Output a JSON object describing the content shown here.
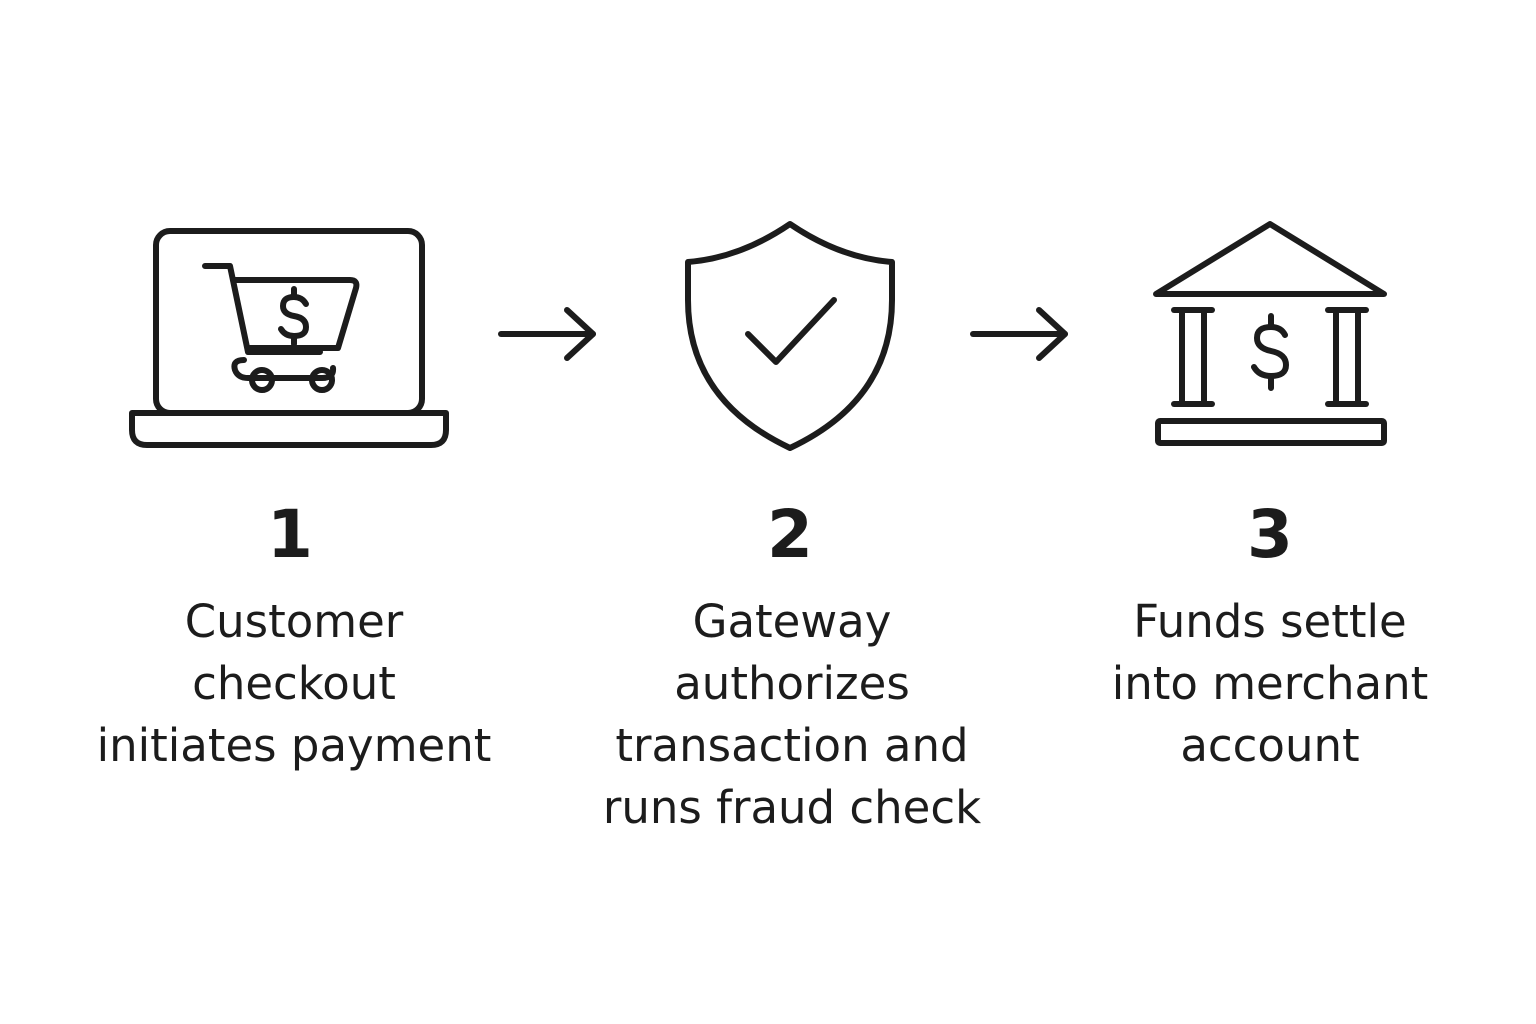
{
  "colors": {
    "background": "#ffffff",
    "ink": "#1c1c1c"
  },
  "steps": [
    {
      "number": "1",
      "icon": "laptop-shopping-cart-dollar-icon",
      "lines": [
        "Customer",
        "checkout",
        "initiates payment"
      ]
    },
    {
      "number": "2",
      "icon": "shield-checkmark-icon",
      "lines": [
        "Gateway",
        "authorizes",
        "transaction and",
        "runs fraud check"
      ]
    },
    {
      "number": "3",
      "icon": "bank-dollar-icon",
      "lines": [
        "Funds settle",
        "into merchant",
        "account"
      ]
    }
  ],
  "connectors": [
    {
      "from": "1",
      "to": "2",
      "icon": "arrow-right-icon"
    },
    {
      "from": "2",
      "to": "3",
      "icon": "arrow-right-icon"
    }
  ]
}
